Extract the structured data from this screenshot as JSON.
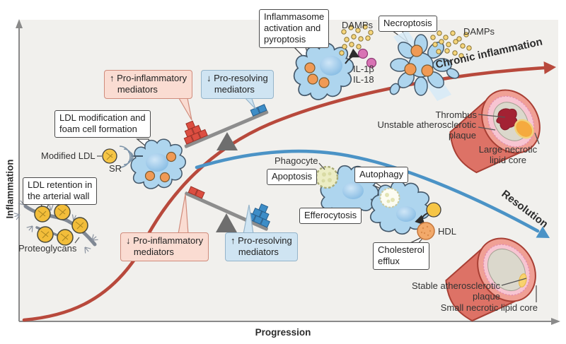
{
  "axes": {
    "y": "Inflammation",
    "x": "Progression"
  },
  "flows": {
    "chronic": "Chronic inflammation",
    "resolution": "Resolution"
  },
  "callouts": {
    "inflammasome": "Inflammasome\nactivation and\npyroptosis",
    "necroptosis": "Necroptosis",
    "ldl_modification": "LDL modification and\nfoam cell formation",
    "ldl_retention": "LDL retention in\nthe arterial wall",
    "apoptosis": "Apoptosis",
    "autophagy": "Autophagy",
    "efferocytosis": "Efferocytosis",
    "cholesterol_efflux": "Cholesterol\nefflux"
  },
  "mediators": {
    "up_pro_inflammatory": "↑ Pro-inflammatory\n   mediators",
    "down_pro_resolving": "↓ Pro-resolving\n   mediators",
    "down_pro_inflammatory": "↓ Pro-inflammatory\n   mediators",
    "up_pro_resolving": "↑ Pro-resolving\n   mediators"
  },
  "labels": {
    "damps_left": "DAMPs",
    "damps_right": "DAMPs",
    "interleukins": "IL-1β\nIL-18",
    "modified_ldl": "Modified LDL",
    "sr": "SR",
    "proteoglycans": "Proteoglycans",
    "phagocyte": "Phagocyte",
    "hdl": "HDL",
    "thrombus": "Thrombus",
    "unstable_plaque": "Unstable atherosclerotic\nplaque",
    "large_core": "Large necrotic\nlipid core",
    "stable_plaque": "Stable atherosclerotic\nplaque",
    "small_core": "Small necrotic lipid core"
  },
  "colors": {
    "chronic_arrow": "#b8493c",
    "resolution_arrow": "#4b93c6",
    "pro_inflammatory_box": "#fadcd2",
    "pro_resolving_box": "#cfe4f2",
    "red_blocks": "#dc4e41",
    "blue_blocks": "#3d8dc7",
    "cell_fill": "#aed5ee",
    "ldl_yellow": "#f6c545",
    "hdl_orange": "#f2a96a",
    "thrombus_red": "#a32233",
    "lipid_core_orange": "#f5aa3f"
  }
}
